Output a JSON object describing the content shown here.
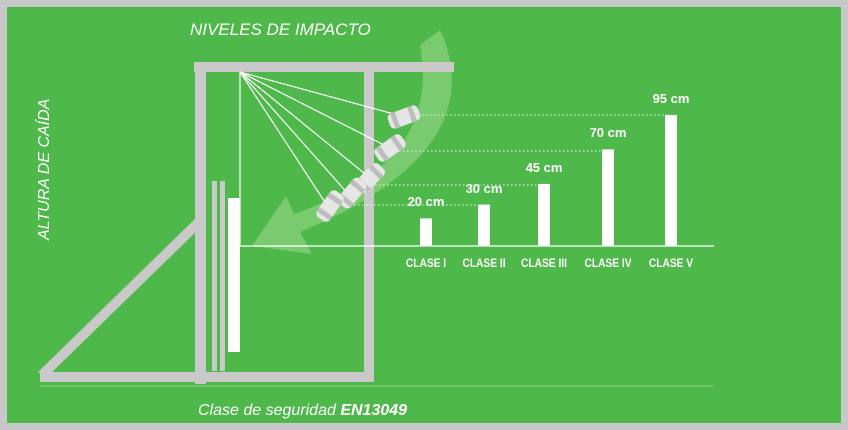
{
  "diagram": {
    "title": "NIVELES DE IMPACTO",
    "axis_label": "ALTURA DE CAÍDA",
    "caption_prefix": "Clase de seguridad ",
    "caption_bold": "EN13049",
    "colors": {
      "background": "#4fb84b",
      "border": "#c8c8c8",
      "frame": "#c8c8c8",
      "bars": "#ffffff"
    }
  },
  "chart_data": {
    "type": "bar",
    "categories": [
      "CLASE I",
      "CLASE II",
      "CLASE III",
      "CLASE IV",
      "CLASE V"
    ],
    "values": [
      20,
      30,
      45,
      70,
      95
    ],
    "value_labels": [
      "20 cm",
      "30 cm",
      "45 cm",
      "70 cm",
      "95 cm"
    ],
    "unit": "cm",
    "ylim": [
      0,
      100
    ]
  }
}
